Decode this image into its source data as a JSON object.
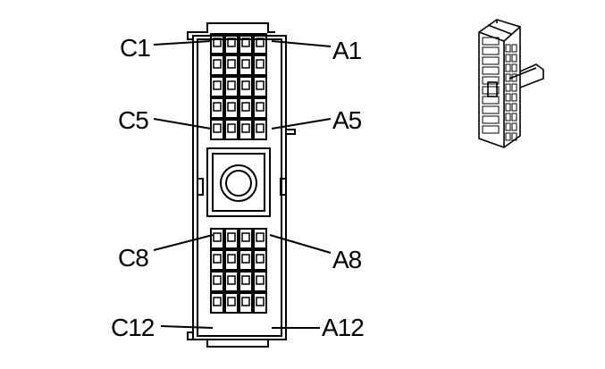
{
  "labels": {
    "left": [
      "C1",
      "C5",
      "C8",
      "C12"
    ],
    "right": [
      "A1",
      "A5",
      "A8",
      "A12"
    ]
  },
  "connector": {
    "columns": 4,
    "upper_block_rows": 5,
    "lower_block_rows": 4,
    "center": "locking-bolt"
  },
  "icons": [
    "connector-face-view",
    "connector-isometric-view"
  ],
  "colors": {
    "line": "#000000",
    "background": "#ffffff"
  }
}
